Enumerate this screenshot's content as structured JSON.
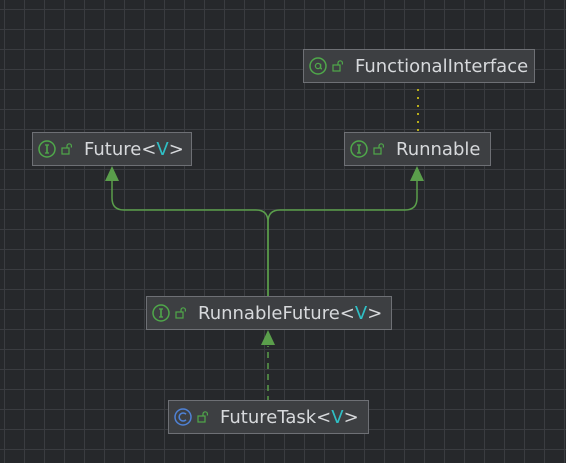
{
  "nodes": {
    "functional_interface": {
      "kind": "annotation",
      "name": "FunctionalInterface",
      "type_param": ""
    },
    "future": {
      "kind": "interface",
      "name": "Future",
      "type_param": "V"
    },
    "runnable": {
      "kind": "interface",
      "name": "Runnable",
      "type_param": ""
    },
    "runnable_future": {
      "kind": "interface",
      "name": "RunnableFuture",
      "type_param": "V"
    },
    "future_task": {
      "kind": "class",
      "name": "FutureTask",
      "type_param": "V"
    }
  },
  "edges": [
    {
      "from": "runnable_future",
      "to": "future",
      "style": "extends"
    },
    {
      "from": "runnable_future",
      "to": "runnable",
      "style": "extends"
    },
    {
      "from": "future_task",
      "to": "runnable_future",
      "style": "implements"
    },
    {
      "from": "runnable",
      "to": "functional_interface",
      "style": "annotated"
    }
  ],
  "colors": {
    "background": "#26282b",
    "grid": "#3a3c40",
    "node_fill": "#3d3f42",
    "node_border": "#6e7075",
    "text": "#d7d9dc",
    "type_param": "#2fbfc5",
    "interface_icon": "#4fa84a",
    "class_icon": "#4f82d6",
    "annotation_icon": "#4fa84a",
    "edge": "#5a9e4b",
    "annotation_edge": "#b8ad1c"
  }
}
